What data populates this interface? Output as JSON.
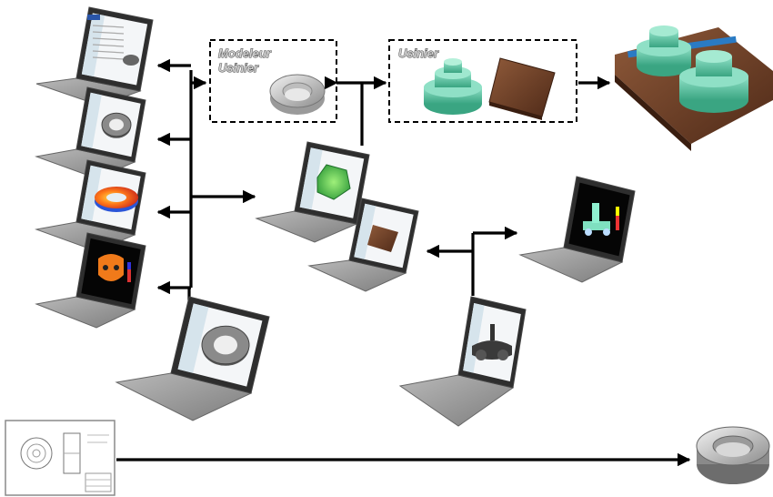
{
  "boxes": {
    "modeleur_line1": "Modeleur",
    "modeleur_line2": "Usinier",
    "usinier": "Usinier"
  },
  "colors": {
    "arrow": "#000000",
    "teal_part": "#5fc9a8",
    "plate": "#7a4a30",
    "screen_frame": "#2e2e2e",
    "laptop_body": "#9a9a9a"
  },
  "icons": [
    "laptop-icon",
    "document-icon",
    "ring-part-icon",
    "turned-part-icon",
    "stock-plate-icon",
    "fixture-plate-icon",
    "technical-drawing-icon",
    "finished-ring-icon"
  ]
}
